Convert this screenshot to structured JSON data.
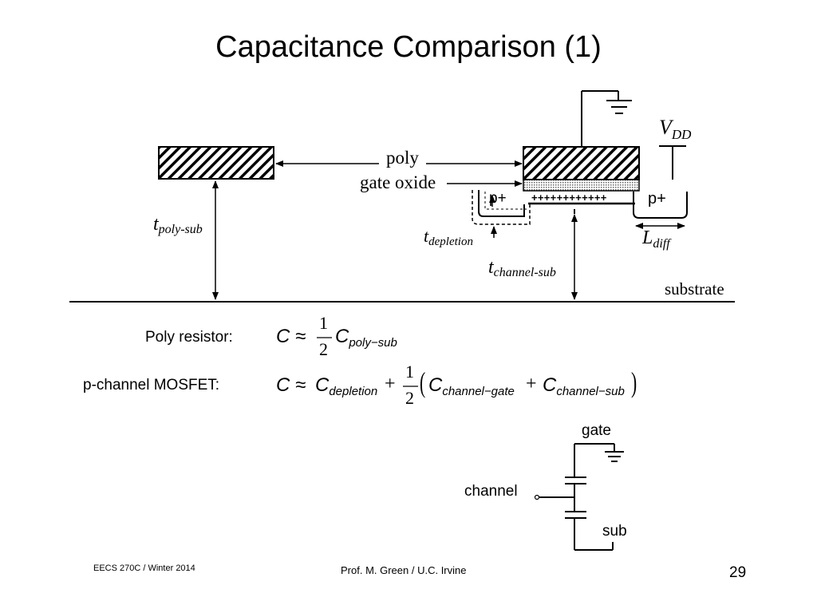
{
  "title": "Capacitance Comparison (1)",
  "diagram": {
    "poly_label": "poly",
    "gate_oxide_label": "gate oxide",
    "p_plus_left": "p+",
    "p_plus_right": "p+",
    "channel_charges": "++++++++++++",
    "substrate_label": "substrate",
    "vdd": {
      "main": "V",
      "sub": "DD"
    },
    "t_poly_sub": {
      "main": "t",
      "sub": "poly-sub"
    },
    "t_depletion": {
      "main": "t",
      "sub": "depletion"
    },
    "t_channel_sub": {
      "main": "t",
      "sub": "channel-sub"
    },
    "l_diff": {
      "main": "L",
      "sub": "diff"
    }
  },
  "equations": {
    "poly": {
      "label": "Poly resistor:",
      "lhs": "C ≈",
      "frac_num": "1",
      "frac_den": "2",
      "term_main": "C",
      "term_sub": "poly−sub"
    },
    "pmos": {
      "label": "p-channel MOSFET:",
      "lhs": "C ≈",
      "t1_main": "C",
      "t1_sub": "depletion",
      "plus1": "+",
      "frac_num": "1",
      "frac_den": "2",
      "t2_main": "C",
      "t2_sub": "channel−gate",
      "plus2": "+",
      "t3_main": "C",
      "t3_sub": "channel−sub"
    }
  },
  "circuit": {
    "gate": "gate",
    "channel": "channel",
    "sub": "sub"
  },
  "footer": {
    "left": "EECS 270C / Winter 2014",
    "center": "Prof. M. Green / U.C. Irvine",
    "page": "29"
  }
}
